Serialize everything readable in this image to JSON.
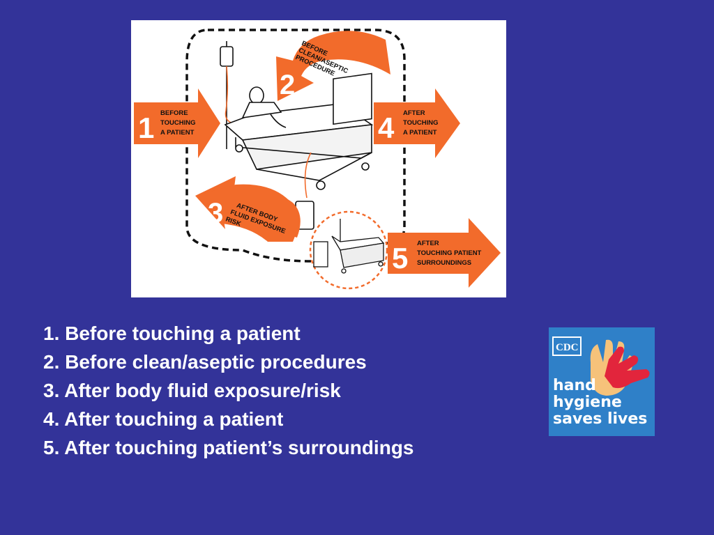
{
  "diagram": {
    "moment1": {
      "number": "1",
      "lines": [
        "BEFORE",
        "TOUCHING",
        "A PATIENT"
      ]
    },
    "moment2": {
      "number": "2",
      "lines": [
        "BEFORE",
        "CLEAN/ASEPTIC",
        "PROCEDURE"
      ]
    },
    "moment3": {
      "number": "3",
      "lines": [
        "AFTER BODY",
        "FLUID EXPOSURE",
        "RISK"
      ]
    },
    "moment4": {
      "number": "4",
      "lines": [
        "AFTER",
        "TOUCHING",
        "A PATIENT"
      ]
    },
    "moment5": {
      "number": "5",
      "lines": [
        "AFTER",
        "TOUCHING PATIENT",
        "SURROUNDINGS"
      ]
    }
  },
  "moments": [
    "1. Before touching a patient",
    "2. Before clean/aseptic procedures",
    "3. After body fluid exposure/risk",
    "4. After touching a patient",
    "5. After touching patient’s surroundings"
  ],
  "logo": {
    "org": "CDC",
    "lines": [
      "hand",
      "hygiene",
      "saves lives"
    ]
  },
  "colors": {
    "background": "#333399",
    "arrow": "#f26b2b",
    "logo_bg": "#2f80c8"
  }
}
